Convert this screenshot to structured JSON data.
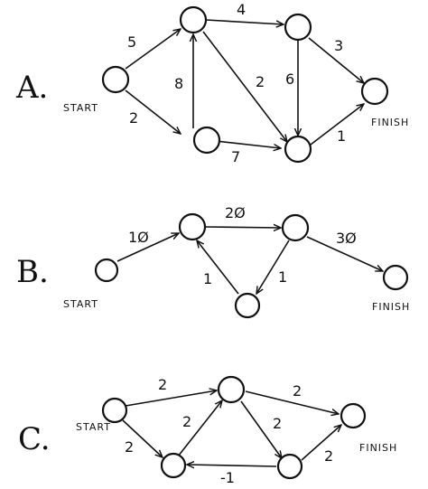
{
  "graphs": [
    {
      "label": "A.",
      "start_label": "START",
      "finish_label": "FINISH",
      "edges": [
        {
          "from": "start",
          "to": "top1",
          "weight": "5"
        },
        {
          "from": "start",
          "to": "bot1",
          "weight": "2"
        },
        {
          "from": "top1",
          "to": "top2",
          "weight": "4"
        },
        {
          "from": "bot1",
          "to": "top1",
          "weight": "8"
        },
        {
          "from": "top1",
          "to": "bot2",
          "weight": "2"
        },
        {
          "from": "bot1",
          "to": "bot2",
          "weight": "7"
        },
        {
          "from": "top2",
          "to": "bot2",
          "weight": "6"
        },
        {
          "from": "top2",
          "to": "finish",
          "weight": "3"
        },
        {
          "from": "bot2",
          "to": "finish",
          "weight": "1"
        }
      ]
    },
    {
      "label": "B.",
      "start_label": "START",
      "finish_label": "FINISH",
      "edges": [
        {
          "from": "start",
          "to": "a",
          "weight": "1Ø"
        },
        {
          "from": "a",
          "to": "b",
          "weight": "2Ø"
        },
        {
          "from": "b",
          "to": "finish",
          "weight": "3Ø"
        },
        {
          "from": "b",
          "to": "c",
          "weight": "1"
        },
        {
          "from": "c",
          "to": "a",
          "weight": "1"
        }
      ]
    },
    {
      "label": "C.",
      "start_label": "START",
      "finish_label": "FINISH",
      "edges": [
        {
          "from": "start",
          "to": "top",
          "weight": "2"
        },
        {
          "from": "start",
          "to": "botL",
          "weight": "2"
        },
        {
          "from": "botL",
          "to": "top",
          "weight": "2"
        },
        {
          "from": "top",
          "to": "finish",
          "weight": "2"
        },
        {
          "from": "top",
          "to": "botR",
          "weight": "2"
        },
        {
          "from": "botR",
          "to": "botL",
          "weight": "-1"
        },
        {
          "from": "botR",
          "to": "finish",
          "weight": "2"
        }
      ]
    }
  ]
}
